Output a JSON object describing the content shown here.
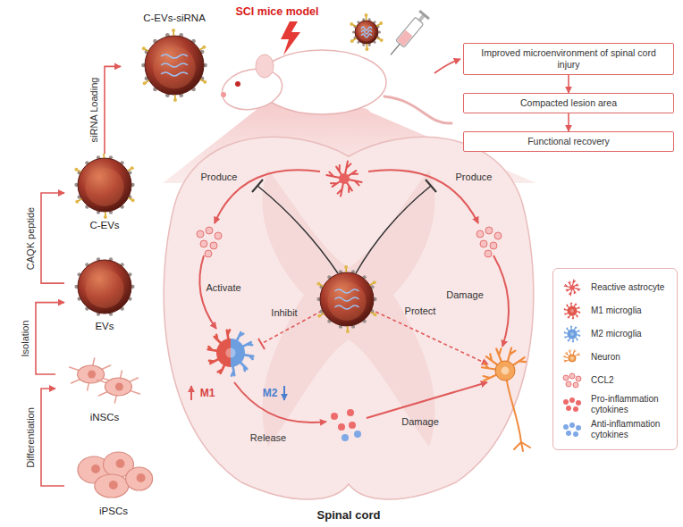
{
  "diagram": {
    "nodes": [
      {
        "text": [
          "iPSCs"
        ]
      },
      {
        "text": [
          "iNSCs"
        ]
      },
      {
        "text": [
          "EVs"
        ]
      },
      {
        "text": [
          "C-EVs"
        ]
      },
      {
        "text": [
          "C-EVs-siRNA"
        ]
      },
      {
        "text": [
          "Improved microenvironment of spinal cord injury"
        ]
      },
      {
        "text": [
          "Compacted lesion area"
        ]
      },
      {
        "text": [
          "Functional recovery"
        ]
      }
    ],
    "edges": [
      {
        "from": 0,
        "to": 1,
        "label": "Differentiation",
        "arrow": "to"
      },
      {
        "from": 1,
        "to": 2,
        "label": "Isolation",
        "arrow": "to"
      },
      {
        "from": 2,
        "to": 3,
        "label": "CAQK peptide",
        "arrow": "to"
      },
      {
        "from": 3,
        "to": 4,
        "label": "siRNA Loading",
        "arrow": "to"
      },
      {
        "from": 5,
        "to": 6,
        "arrow": "to"
      },
      {
        "from": 6,
        "to": 7,
        "arrow": "to"
      }
    ],
    "labels": [
      "SCI mice model",
      "Produce",
      "Produce",
      "Activate",
      "Damage",
      "Inhibit",
      "Protect",
      "Release",
      "Damage",
      "M1",
      "M2",
      "Spinal cord"
    ],
    "legend": [
      {
        "text": "Reactive astrocyte"
      },
      {
        "text": "M1 microglia"
      },
      {
        "text": "M2 microglia"
      },
      {
        "text": "Neuron"
      },
      {
        "text": "CCL2"
      },
      {
        "text": "Pro-inflammation cytokines"
      },
      {
        "text": "Anti-inflammation cytokines"
      }
    ]
  }
}
